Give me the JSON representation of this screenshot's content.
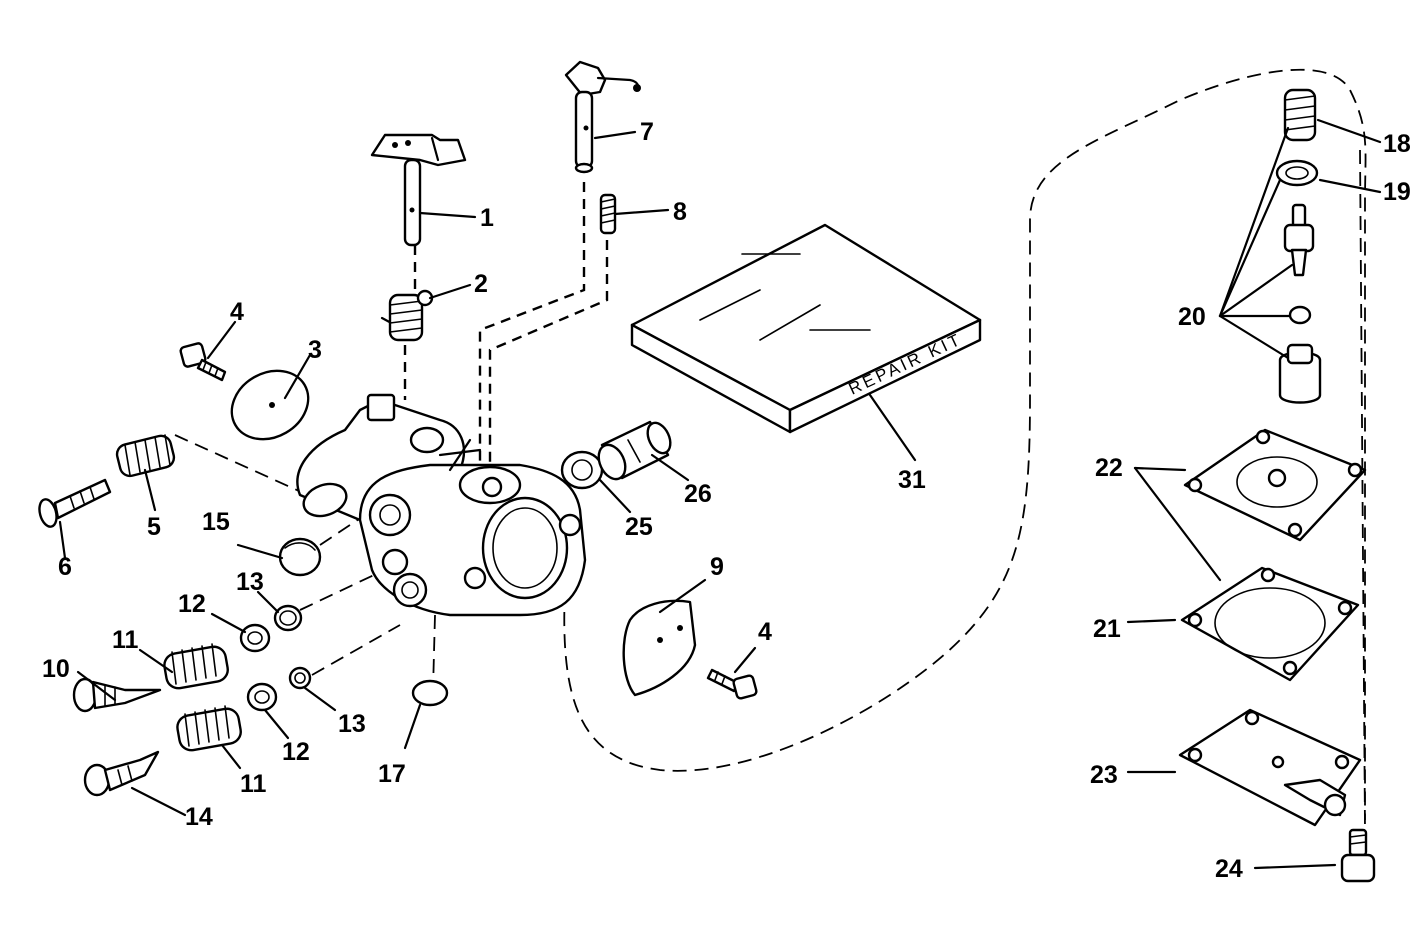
{
  "labels": {
    "p1": "1",
    "p2": "2",
    "p3": "3",
    "p4a": "4",
    "p4b": "4",
    "p5": "5",
    "p6": "6",
    "p7": "7",
    "p8": "8",
    "p9": "9",
    "p10": "10",
    "p11a": "11",
    "p11b": "11",
    "p12a": "12",
    "p12b": "12",
    "p13a": "13",
    "p13b": "13",
    "p14": "14",
    "p15": "15",
    "p17": "17",
    "p18": "18",
    "p19": "19",
    "p20": "20",
    "p21": "21",
    "p22": "22",
    "p23": "23",
    "p24": "24",
    "p25": "25",
    "p26": "26",
    "p31": "31"
  },
  "repair_kit": {
    "text": "REPAIR KIT"
  }
}
